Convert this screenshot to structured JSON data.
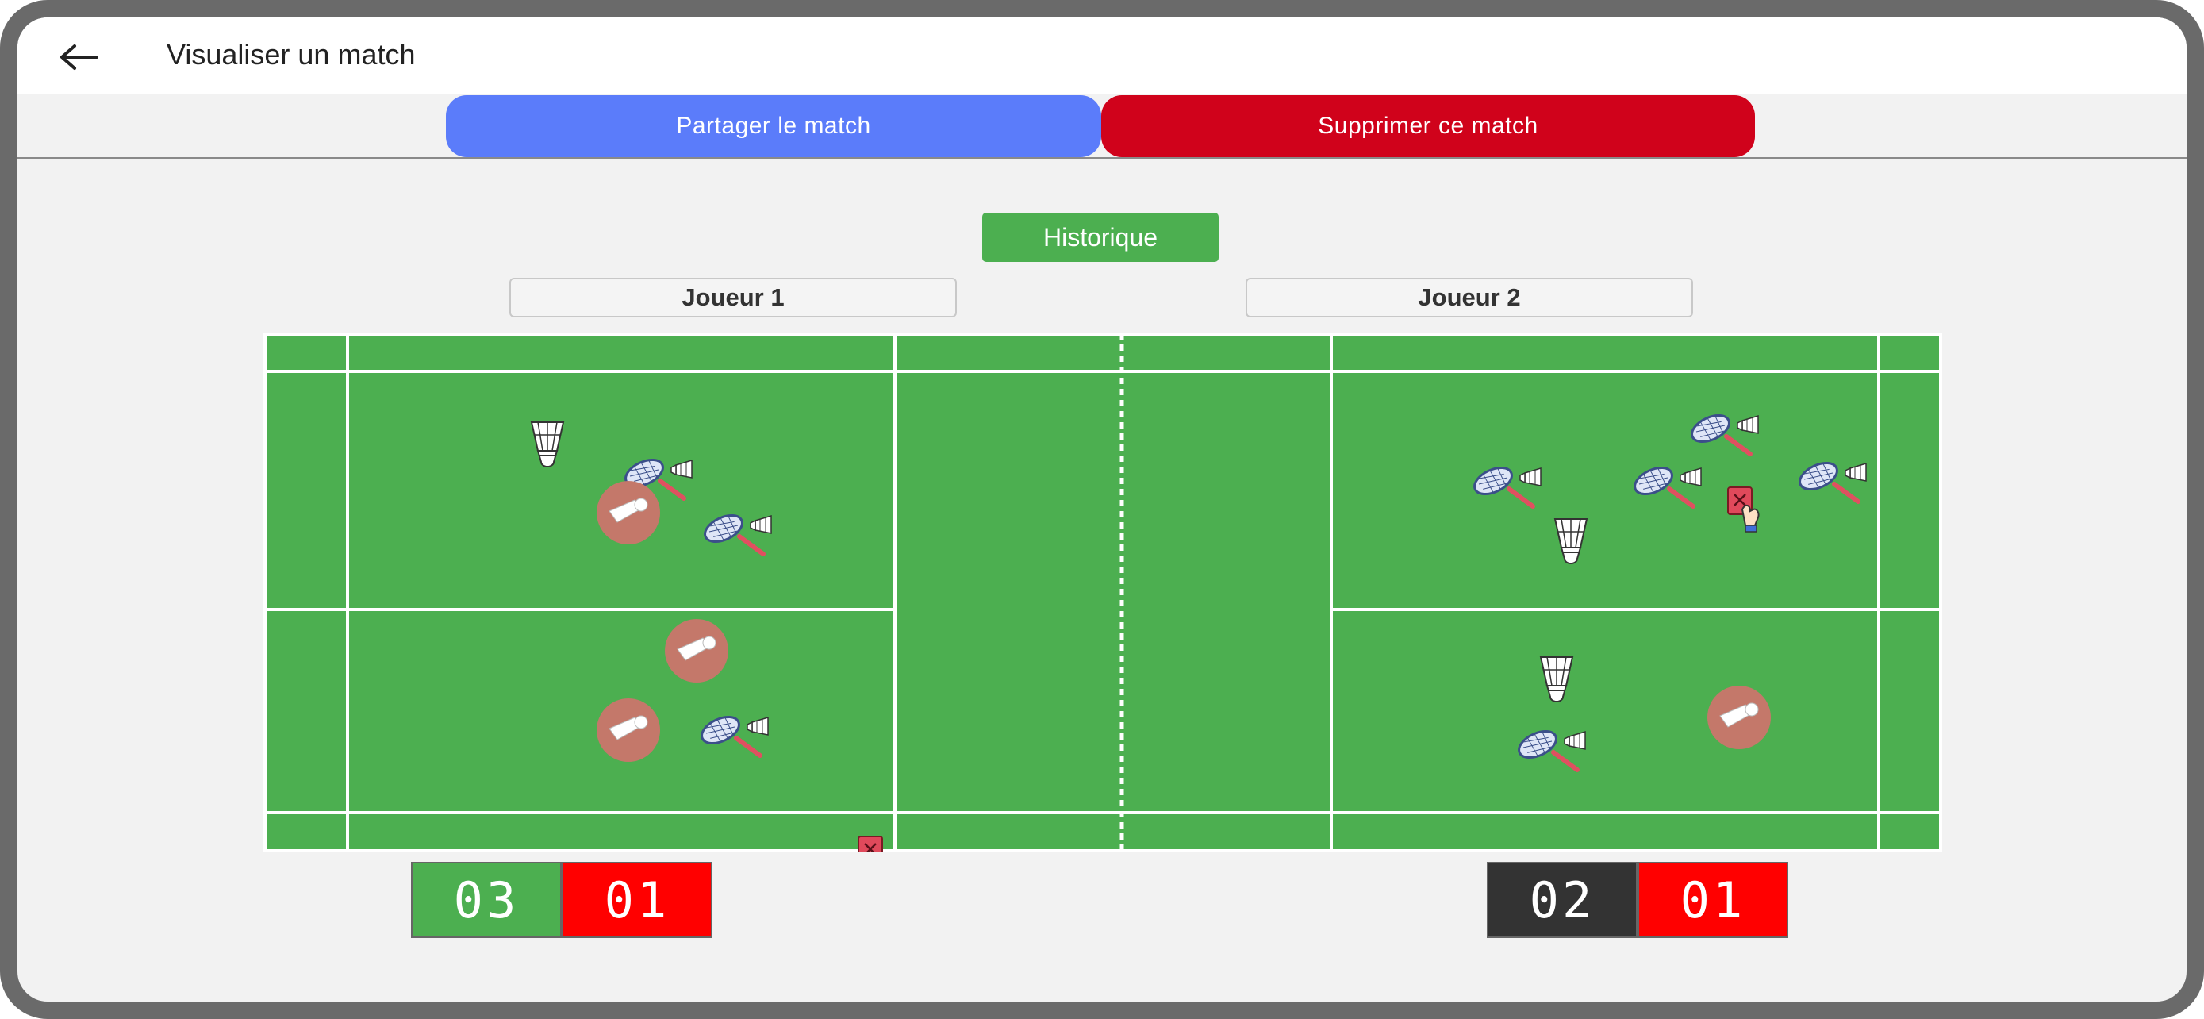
{
  "header": {
    "title": "Visualiser un match",
    "back_icon": "arrow-left-icon"
  },
  "actions": {
    "share_label": "Partager le match",
    "delete_label": "Supprimer ce match",
    "share_color": "#5b7cfa",
    "delete_color": "#d0021b"
  },
  "history_label": "Historique",
  "players": {
    "p1": "Joueur 1",
    "p2": "Joueur 2"
  },
  "court": {
    "color": "#4caf50",
    "line_color": "#ffffff"
  },
  "markers": [
    {
      "type": "shuttlecock",
      "side": "left"
    },
    {
      "type": "racket",
      "side": "left"
    },
    {
      "type": "shuttle-circle",
      "side": "left"
    },
    {
      "type": "racket",
      "side": "left"
    },
    {
      "type": "shuttle-circle",
      "side": "left"
    },
    {
      "type": "shuttle-circle",
      "side": "left"
    },
    {
      "type": "racket",
      "side": "left"
    },
    {
      "type": "red-card",
      "side": "left"
    },
    {
      "type": "racket",
      "side": "right"
    },
    {
      "type": "racket",
      "side": "right"
    },
    {
      "type": "racket",
      "side": "right"
    },
    {
      "type": "racket",
      "side": "right"
    },
    {
      "type": "red-card",
      "side": "right"
    },
    {
      "type": "shuttlecock",
      "side": "right"
    },
    {
      "type": "shuttlecock",
      "side": "right"
    },
    {
      "type": "racket",
      "side": "right"
    },
    {
      "type": "shuttle-circle",
      "side": "right"
    }
  ],
  "scores": {
    "p1": {
      "points": "03",
      "faults": "01",
      "points_color": "#4caf50",
      "faults_color": "#ff0000"
    },
    "p2": {
      "points": "02",
      "faults": "01",
      "points_color": "#333333",
      "faults_color": "#ff0000"
    }
  }
}
